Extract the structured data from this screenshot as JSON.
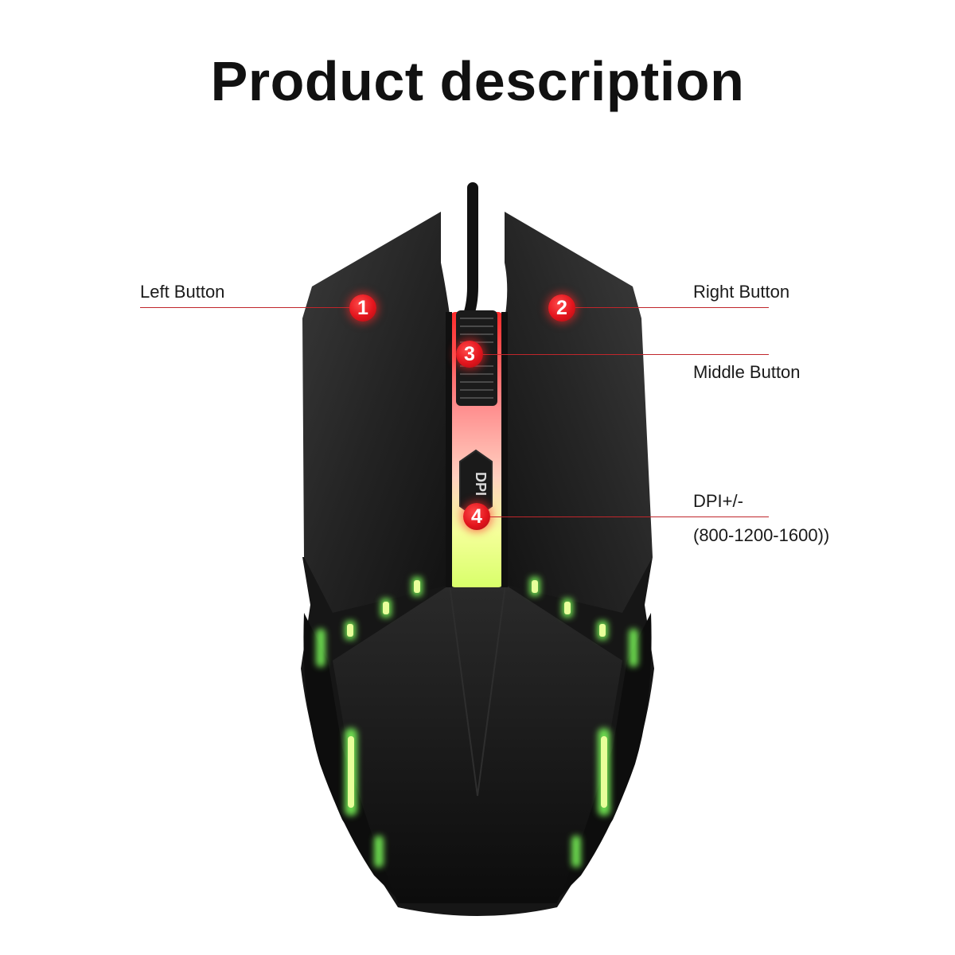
{
  "title": "Product description",
  "callouts": {
    "left_button": {
      "number": "1",
      "label": "Left Button"
    },
    "right_button": {
      "number": "2",
      "label": "Right Button"
    },
    "middle_button": {
      "number": "3",
      "label": "Middle Button"
    },
    "dpi": {
      "number": "4",
      "label": "DPI+/-",
      "sublabel": "(800-1200-1600))"
    }
  },
  "mouse": {
    "dpi_engraving": "DPI"
  },
  "colors": {
    "accent_red": "#e3151d",
    "leader_line": "#c0262b",
    "led_green": "#7dff5a",
    "led_yellow": "#e8ff7a",
    "body_black": "#1c1c1c"
  }
}
